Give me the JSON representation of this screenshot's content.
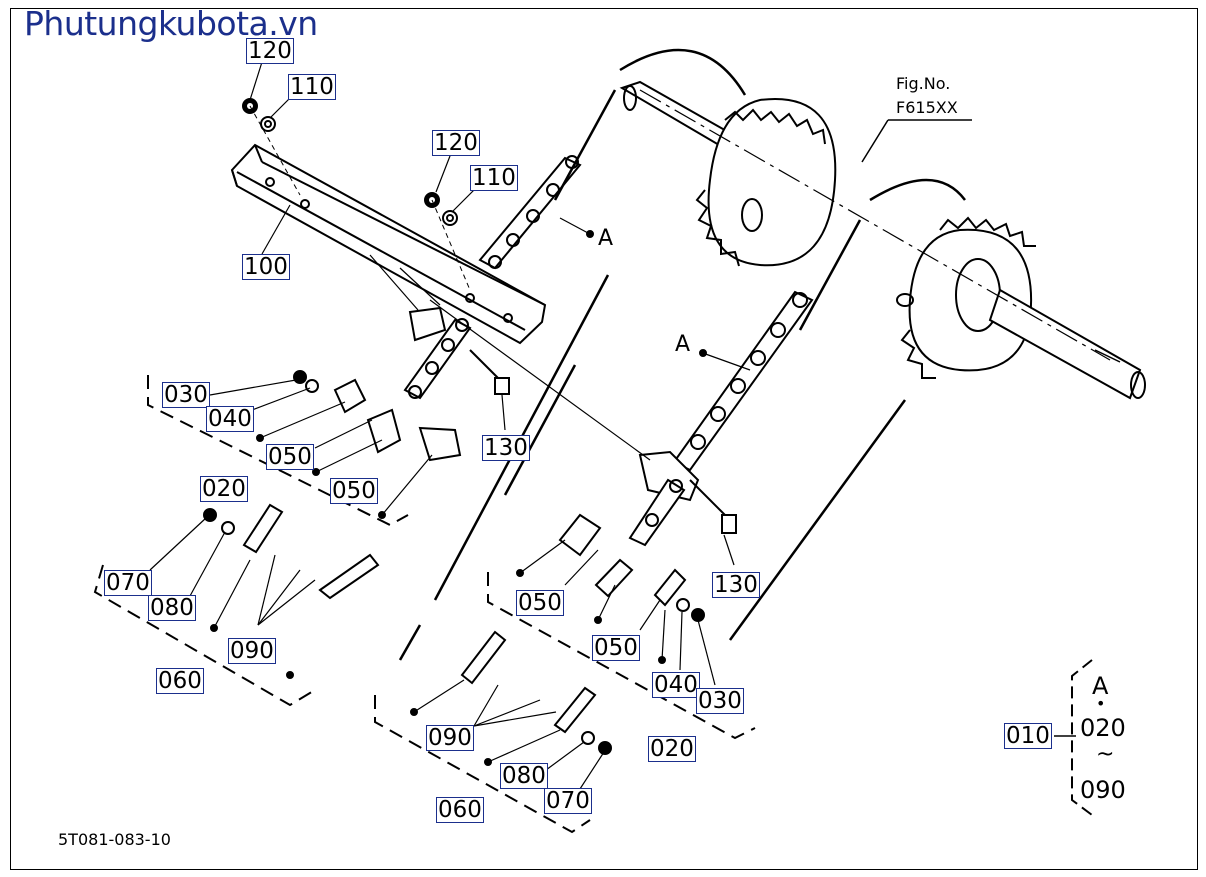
{
  "watermark": "Phutungkubota.vn",
  "figure": {
    "line1": "Fig.No.",
    "line2": "F615XX"
  },
  "drawing_code": "5T081-083-10",
  "ref_A": "A",
  "legend": {
    "label": "010",
    "top": "A",
    "dot": "•",
    "mid": "020",
    "tilde": "~",
    "bottom": "090"
  },
  "labels": {
    "l120a": "120",
    "l110a": "110",
    "l120b": "120",
    "l110b": "110",
    "l100": "100",
    "l030a": "030",
    "l040a": "040",
    "l050a": "050",
    "l050b": "050",
    "l130a": "130",
    "l020a": "020",
    "l070a": "070",
    "l080a": "080",
    "l090a": "090",
    "l060a": "060",
    "l130b": "130",
    "l050c": "050",
    "l050d": "050",
    "l040b": "040",
    "l030b": "030",
    "l020b": "020",
    "l090b": "090",
    "l080b": "080",
    "l070b": "070",
    "l060b": "060"
  }
}
